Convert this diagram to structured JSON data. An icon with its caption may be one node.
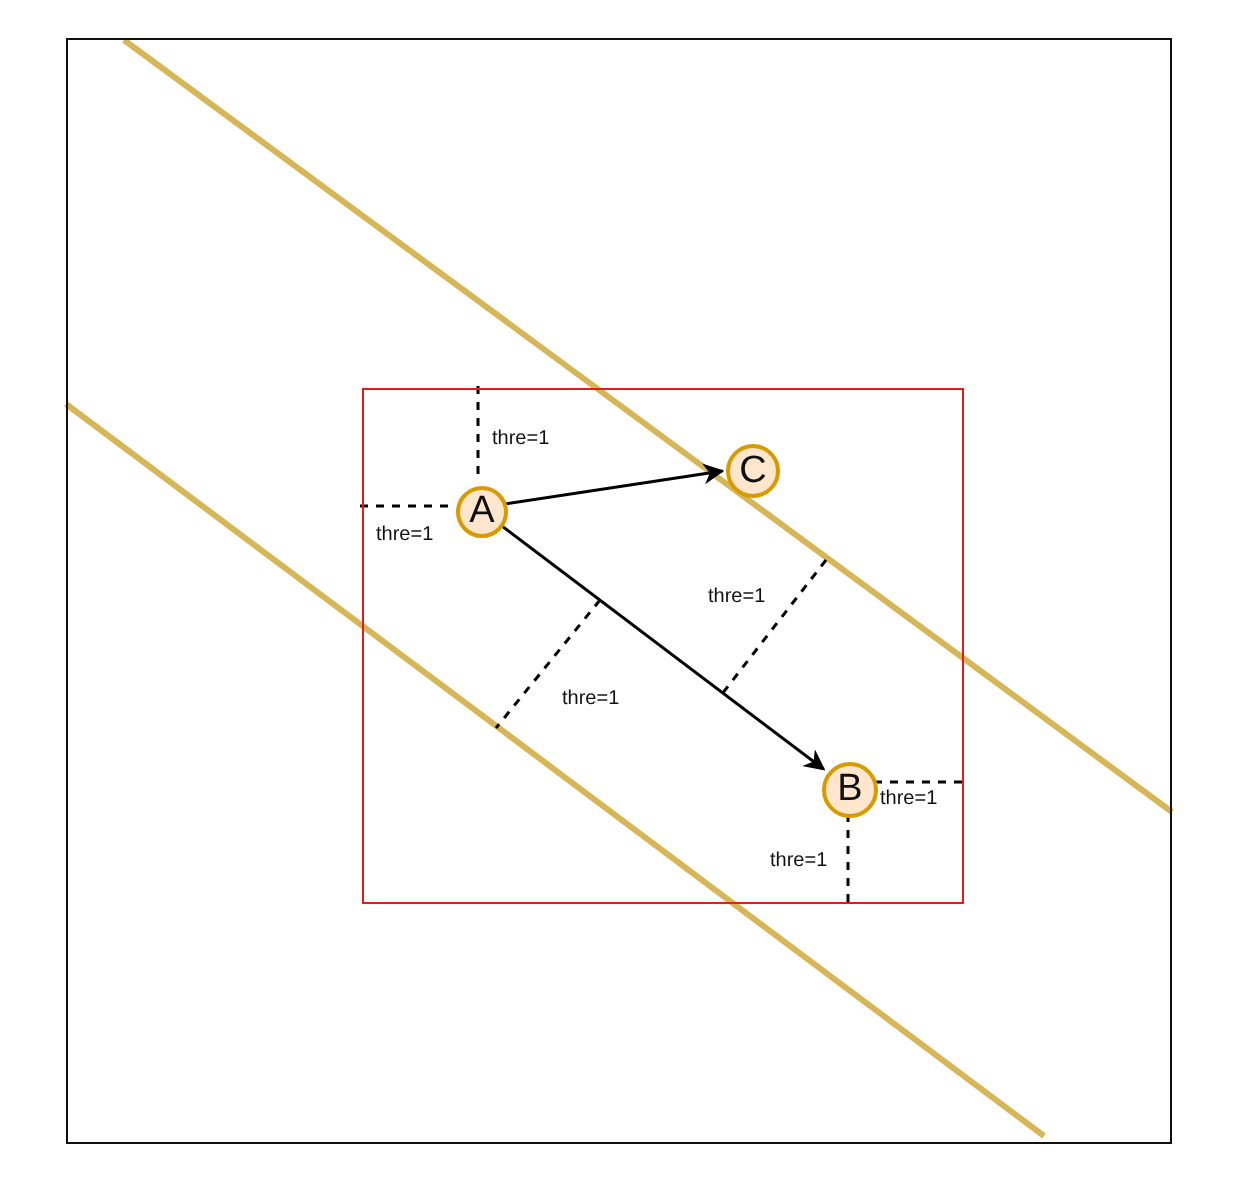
{
  "diagram": {
    "nodes": [
      {
        "text": [],
        "shape": "box"
      },
      {
        "text": [],
        "shape": "box",
        "in": 0
      },
      {
        "text": [
          "A"
        ],
        "in": 1
      },
      {
        "text": [
          "C"
        ],
        "in": 1
      },
      {
        "text": [
          "B"
        ],
        "in": 1
      }
    ],
    "edges": [
      {
        "from": 2,
        "to": 3,
        "arrow": "to"
      },
      {
        "from": 2,
        "to": 4,
        "arrow": "to"
      }
    ],
    "labels": [
      "thre=1",
      "thre=1",
      "thre=1",
      "thre=1",
      "thre=1",
      "thre=1"
    ]
  }
}
